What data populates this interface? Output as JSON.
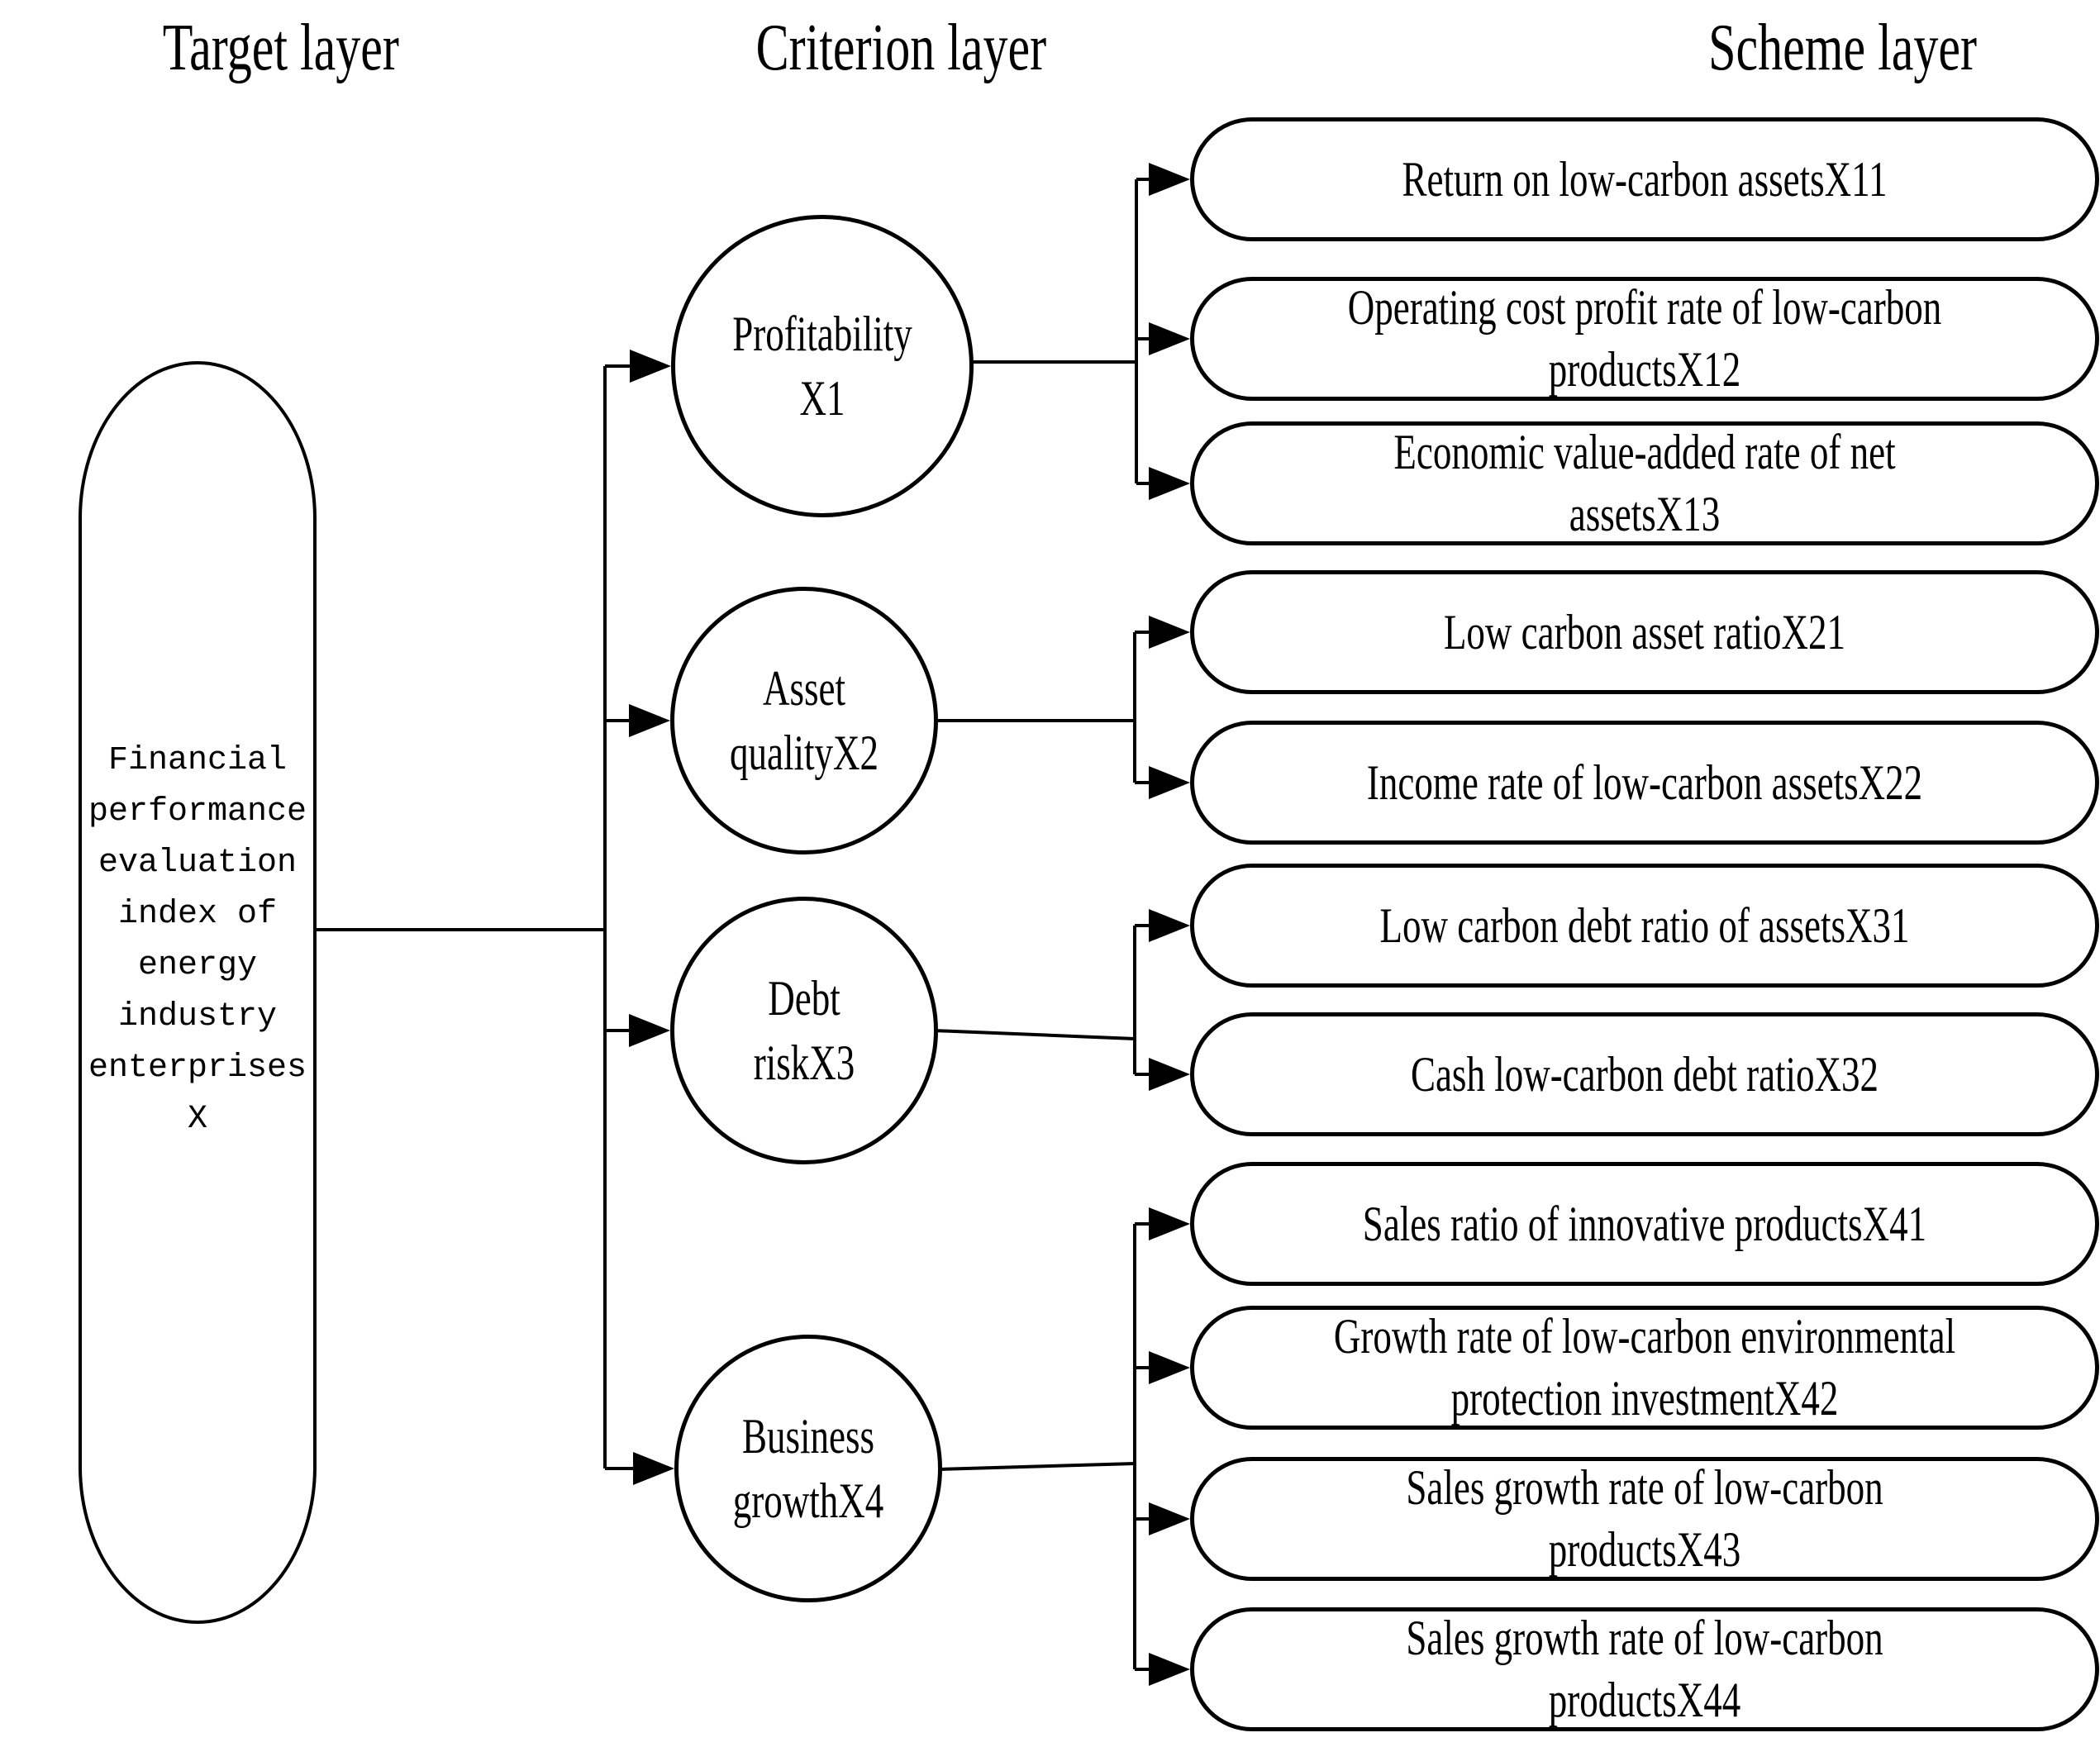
{
  "headers": {
    "target": "Target layer",
    "criterion": "Criterion layer",
    "scheme": "Scheme layer"
  },
  "target_node": {
    "id": "X",
    "lines": [
      "Financial",
      "performance",
      "evaluation",
      "index of",
      "energy",
      "industry",
      "enterprises",
      "X"
    ]
  },
  "criteria": [
    {
      "id": "X1",
      "parent": "X",
      "line1": "Profitability",
      "line2": "X1"
    },
    {
      "id": "X2",
      "parent": "X",
      "line1": "Asset",
      "line2": "qualityX2"
    },
    {
      "id": "X3",
      "parent": "X",
      "line1": "Debt",
      "line2": "riskX3"
    },
    {
      "id": "X4",
      "parent": "X",
      "line1": "Business",
      "line2": "growthX4"
    }
  ],
  "schemes": [
    {
      "id": "X11",
      "parent": "X1",
      "line1": "Return on low-carbon assetsX11",
      "line2": ""
    },
    {
      "id": "X12",
      "parent": "X1",
      "line1": "Operating cost profit rate of low-carbon",
      "line2": "productsX12"
    },
    {
      "id": "X13",
      "parent": "X1",
      "line1": "Economic value-added rate of net",
      "line2": "assetsX13"
    },
    {
      "id": "X21",
      "parent": "X2",
      "line1": "Low carbon asset ratioX21",
      "line2": ""
    },
    {
      "id": "X22",
      "parent": "X2",
      "line1": "Income rate of low-carbon assetsX22",
      "line2": ""
    },
    {
      "id": "X31",
      "parent": "X3",
      "line1": "Low carbon debt ratio of assetsX31",
      "line2": ""
    },
    {
      "id": "X32",
      "parent": "X3",
      "line1": "Cash low-carbon debt ratioX32",
      "line2": ""
    },
    {
      "id": "X41",
      "parent": "X4",
      "line1": "Sales ratio of innovative productsX41",
      "line2": ""
    },
    {
      "id": "X42",
      "parent": "X4",
      "line1": "Growth rate of low-carbon environmental",
      "line2": "protection investmentX42"
    },
    {
      "id": "X43",
      "parent": "X4",
      "line1": "Sales growth rate of low-carbon",
      "line2": "productsX43"
    },
    {
      "id": "X44",
      "parent": "X4",
      "line1": "Sales growth rate of low-carbon",
      "line2": "productsX44"
    }
  ],
  "colors": {
    "line": "#000000",
    "background": "#ffffff",
    "text": "#000000"
  }
}
